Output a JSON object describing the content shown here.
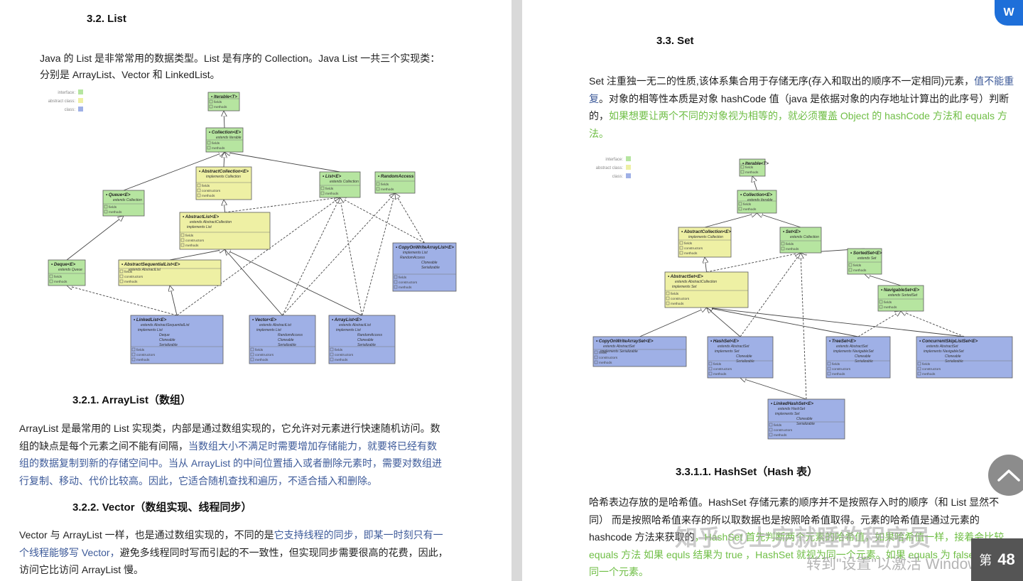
{
  "left": {
    "h_list": "3.2. List",
    "list_p1": "Java 的 List 是非常常用的数据类型。List 是有序的 Collection。Java List 一共三个实现类：",
    "list_p2": "分别是 ArrayList、Vector 和 LinkedList。",
    "h_arraylist": "3.2.1.  ArrayList（数组）",
    "al": [
      "ArrayList 是最常用的 List 实现类，内部是通过数组实现的，它允许对元素进行快速随机访问。数",
      "组的缺点是每个元素之间不能有间隔，",
      "当数组大小不满足时需要增加存储能力，就要将已经有数",
      "组的数据复制到新的存储空间中。当从 ArrayList 的中间位置插入或者删除元素时，需要对数组进",
      "行复制、移动、代价比较高。因此，它适合随机查找和遍历，不适合插入和删除。"
    ],
    "h_vector": "3.2.2.  Vector（数组实现、线程同步）",
    "vec": [
      "Vector 与 ArrayList 一样，也是通过数组实现的，不同的是",
      "它支持线程的同步，即某一时刻只有一",
      "个线程能够写 Vector，",
      "避免多线程同时写而引起的不一致性，但实现同步需要很高的花费，因此，",
      "访问它比访问 ArrayList 慢。"
    ]
  },
  "right": {
    "h_set": "3.3. Set",
    "set": [
      "Set 注重独一无二的性质,该体系集合用于存储无序(存入和取出的顺序不一定相同)元素，",
      "值不能重",
      "复",
      "。对象的相等性本质是对象 hashCode 值（java 是依据对象的内存地址计算出的此序号）判断",
      "的，",
      "如果想要让两个不同的对象视为相等的，就必须覆盖 Object 的 hashCode 方法和 equals 方",
      "法。"
    ],
    "h_hashset": "3.3.1.1.     HashSet（Hash 表）",
    "hs": [
      "哈希表边存放的是哈希值。HashSet 存储元素的顺序并不是按照存入时的顺序（和 List 显然不",
      "同） 而是按照哈希值来存的所以取数据也是按照哈希值取得。元素的哈希值是通过元素的",
      "hashcode 方法来获取的",
      "，HashSet 首先判断两个元素的哈希值，如果哈希值一样，接着会比较",
      "equals 方法 如果 equls 结果为 true ，HashSet 就视为同一个元素。如果 equals 为 false 就不是",
      "同一个元素。"
    ]
  },
  "legend": {
    "interface": "interface:",
    "abstract": "abstract class:",
    "class": "class:"
  },
  "uml_list": [
    {
      "id": "iterable",
      "title": "Iterable<T>",
      "lines": [],
      "kind": "interface"
    },
    {
      "id": "collection",
      "title": "Collection<E>",
      "lines": [
        "extends Iterable"
      ],
      "kind": "interface"
    },
    {
      "id": "abscoll",
      "title": "AbstractCollection<E>",
      "lines": [
        "implements Collection"
      ],
      "kind": "abstract"
    },
    {
      "id": "list",
      "title": "List<E>",
      "lines": [
        "extends Collection"
      ],
      "kind": "interface"
    },
    {
      "id": "random",
      "title": "RandomAccess",
      "lines": [],
      "kind": "interface"
    },
    {
      "id": "queue",
      "title": "Queue<E>",
      "lines": [
        "extends Collection"
      ],
      "kind": "interface"
    },
    {
      "id": "abslist",
      "title": "AbstractList<E>",
      "lines": [
        "extends AbstractCollection",
        "implements List"
      ],
      "kind": "abstract"
    },
    {
      "id": "cowal",
      "title": "CopyOnWriteArrayList<E>",
      "lines": [
        "implements List",
        "RandomAccess",
        "Cloneable",
        "Serializable"
      ],
      "kind": "class"
    },
    {
      "id": "deque",
      "title": "Deque<E>",
      "lines": [
        "extends Queue"
      ],
      "kind": "interface"
    },
    {
      "id": "absseq",
      "title": "AbstractSequentialList<E>",
      "lines": [
        "extends AbstractList"
      ],
      "kind": "abstract"
    },
    {
      "id": "linked",
      "title": "LinkedList<E>",
      "lines": [
        "extends AbstractSequentialList",
        "implements List",
        "Deque",
        "Cloneable",
        "Serializable"
      ],
      "kind": "class"
    },
    {
      "id": "vector",
      "title": "Vector<E>",
      "lines": [
        "extends AbstractList",
        "implements List",
        "RandomAccess",
        "Cloneable",
        "Serializable"
      ],
      "kind": "class"
    },
    {
      "id": "arraylist",
      "title": "ArrayList<E>",
      "lines": [
        "extends AbstractList",
        "implements List",
        "RandomAccess",
        "Cloneable",
        "Serializable"
      ],
      "kind": "class"
    }
  ],
  "uml_set": [
    {
      "id": "iterable",
      "title": "Iterable<T>",
      "lines": [],
      "kind": "interface"
    },
    {
      "id": "collection",
      "title": "Collection<E>",
      "lines": [
        "extends Iterable"
      ],
      "kind": "interface"
    },
    {
      "id": "abscoll",
      "title": "AbstractCollection<E>",
      "lines": [
        "implements Collection"
      ],
      "kind": "abstract"
    },
    {
      "id": "set",
      "title": "Set<E>",
      "lines": [
        "extends Collection"
      ],
      "kind": "interface"
    },
    {
      "id": "sorted",
      "title": "SortedSet<E>",
      "lines": [
        "extends Set"
      ],
      "kind": "interface"
    },
    {
      "id": "absset",
      "title": "AbstractSet<E>",
      "lines": [
        "extends AbstractCollection",
        "implements Set"
      ],
      "kind": "abstract"
    },
    {
      "id": "navigable",
      "title": "NavigableSet<E>",
      "lines": [
        "extends SortedSet"
      ],
      "kind": "interface"
    },
    {
      "id": "cowas",
      "title": "CopyOnWriteArraySet<E>",
      "lines": [
        "extends AbstractSet",
        "implements Serializable"
      ],
      "kind": "class"
    },
    {
      "id": "hashset",
      "title": "HashSet<E>",
      "lines": [
        "extends AbstractSet",
        "implements Set",
        "Cloneable",
        "Serializable"
      ],
      "kind": "class"
    },
    {
      "id": "treeset",
      "title": "TreeSet<E>",
      "lines": [
        "extends AbstractSet",
        "implements NavigableSet",
        "Cloneable",
        "Serializable"
      ],
      "kind": "class"
    },
    {
      "id": "skiplist",
      "title": "ConcurrentSkipListSet<E>",
      "lines": [
        "extends AbstractSet",
        "implements NavigableSet",
        "Cloneable",
        "Serializable"
      ],
      "kind": "class"
    },
    {
      "id": "linkedhs",
      "title": "LinkedHashSet<E>",
      "lines": [
        "extends HashSet",
        "implements Set",
        "Cloneable",
        "Serializable"
      ],
      "kind": "class"
    }
  ],
  "uml_members": {
    "fields": "fields",
    "constructors": "constructors",
    "methods": "methods"
  },
  "overlay": {
    "word_icon": "W",
    "watermark": "知乎 @上完就睡的程序员",
    "activate": "转到\"设置\"以激活 Windows。",
    "page_label": "第",
    "page_number": "48"
  },
  "colors": {
    "interface": "#b6e5a0",
    "abstract": "#eef0a4",
    "class": "#9fb0e6",
    "blue_text": "#3d5a99",
    "green_text": "#6fbe45"
  }
}
